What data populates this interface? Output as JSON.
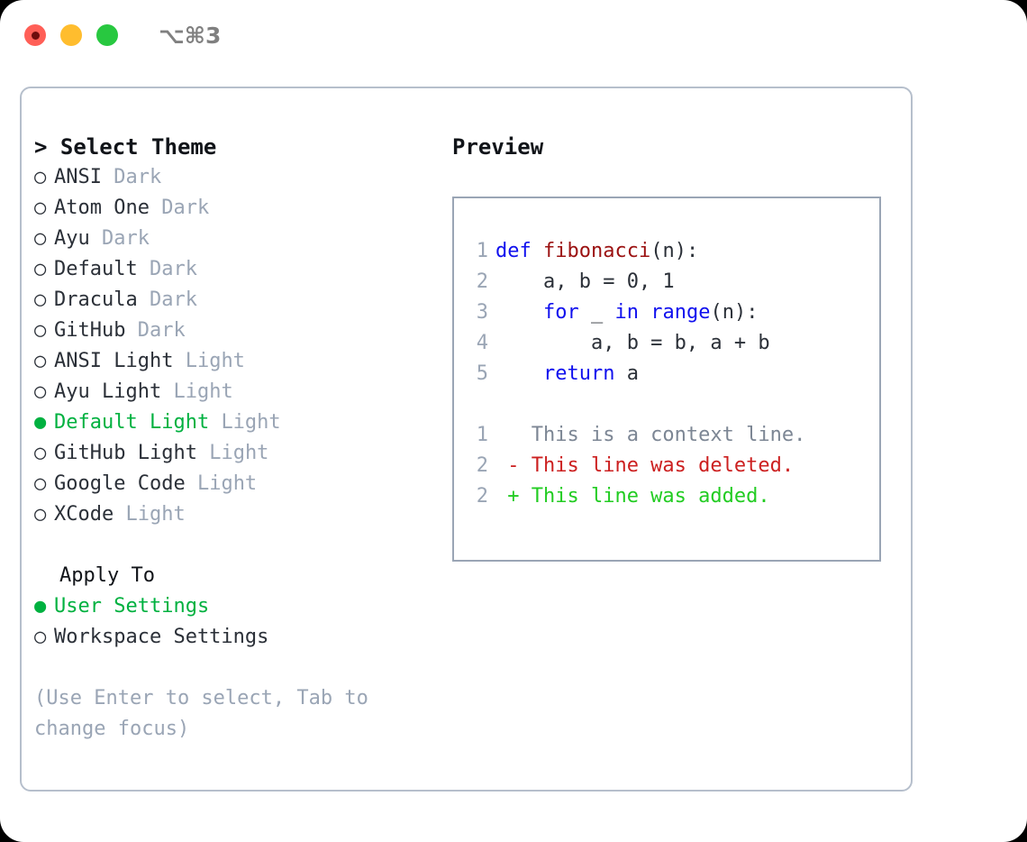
{
  "window": {
    "shortcut": "⌥⌘3",
    "traffic_lights": [
      {
        "name": "close",
        "color": "#ff5f57"
      },
      {
        "name": "minimize",
        "color": "#ffbd2e"
      },
      {
        "name": "zoom",
        "color": "#28c840"
      }
    ]
  },
  "colors": {
    "selected_green": "#00b140",
    "muted": "#9aa5b5",
    "keyword_blue": "#1010ee",
    "function_red": "#9b1111",
    "diff_delete": "#cc2020",
    "diff_add": "#22cc22",
    "text": "#2b3038",
    "border": "#b6bfcc"
  },
  "theme_list": {
    "header": "> Select Theme",
    "items": [
      {
        "marker": "○",
        "label": "ANSI",
        "suffix": "Dark",
        "selected": false
      },
      {
        "marker": "○",
        "label": "Atom One",
        "suffix": "Dark",
        "selected": false
      },
      {
        "marker": "○",
        "label": "Ayu",
        "suffix": "Dark",
        "selected": false
      },
      {
        "marker": "○",
        "label": "Default",
        "suffix": "Dark",
        "selected": false
      },
      {
        "marker": "○",
        "label": "Dracula",
        "suffix": "Dark",
        "selected": false
      },
      {
        "marker": "○",
        "label": "GitHub",
        "suffix": "Dark",
        "selected": false
      },
      {
        "marker": "○",
        "label": "ANSI Light",
        "suffix": "Light",
        "selected": false
      },
      {
        "marker": "○",
        "label": "Ayu Light",
        "suffix": "Light",
        "selected": false
      },
      {
        "marker": "●",
        "label": "Default Light",
        "suffix": "Light",
        "selected": true
      },
      {
        "marker": "○",
        "label": "GitHub Light",
        "suffix": "Light",
        "selected": false
      },
      {
        "marker": "○",
        "label": "Google Code",
        "suffix": "Light",
        "selected": false
      },
      {
        "marker": "○",
        "label": "XCode",
        "suffix": "Light",
        "selected": false
      }
    ]
  },
  "apply_to": {
    "header": "Apply To",
    "items": [
      {
        "marker": "●",
        "label": "User Settings",
        "selected": true
      },
      {
        "marker": "○",
        "label": "Workspace Settings",
        "selected": false
      }
    ]
  },
  "hint": "(Use Enter to select, Tab to change focus)",
  "preview": {
    "title": "Preview",
    "code_lines": [
      {
        "number": "1",
        "tokens": [
          {
            "t": "def ",
            "c": "kw"
          },
          {
            "t": "fibonacci",
            "c": "fn"
          },
          {
            "t": "(n):",
            "c": "pl"
          }
        ]
      },
      {
        "number": "2",
        "tokens": [
          {
            "t": "    a, b = 0, 1",
            "c": "pl"
          }
        ]
      },
      {
        "number": "3",
        "tokens": [
          {
            "t": "    ",
            "c": "pl"
          },
          {
            "t": "for ",
            "c": "kw"
          },
          {
            "t": "_ ",
            "c": "pl"
          },
          {
            "t": "in ",
            "c": "kw"
          },
          {
            "t": "range",
            "c": "kw"
          },
          {
            "t": "(n):",
            "c": "pl"
          }
        ]
      },
      {
        "number": "4",
        "tokens": [
          {
            "t": "        a, b = b, a + b",
            "c": "pl"
          }
        ]
      },
      {
        "number": "5",
        "tokens": [
          {
            "t": "    ",
            "c": "pl"
          },
          {
            "t": "return ",
            "c": "kw"
          },
          {
            "t": "a",
            "c": "pl"
          }
        ]
      }
    ],
    "diff_lines": [
      {
        "number": "1",
        "sign": " ",
        "text": "This is a context line.",
        "kind": "ctx"
      },
      {
        "number": "2",
        "sign": "-",
        "text": "This line was deleted.",
        "kind": "del"
      },
      {
        "number": "2",
        "sign": "+",
        "text": "This line was added.",
        "kind": "add"
      }
    ]
  }
}
